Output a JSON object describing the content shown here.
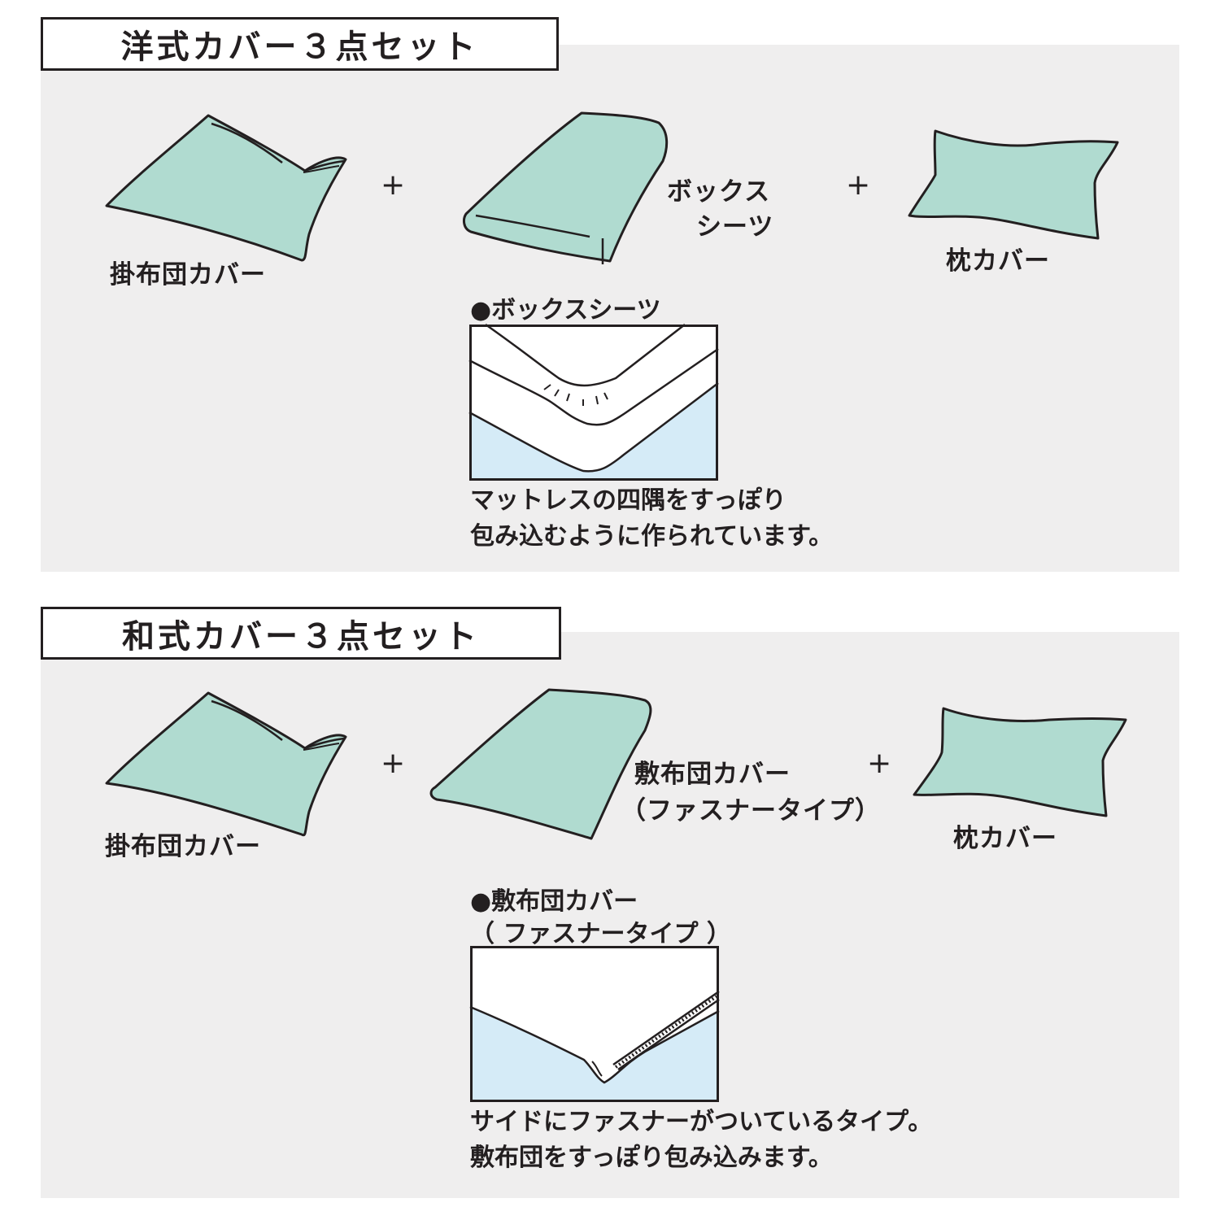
{
  "colors": {
    "item_fill": "#b0dbd0",
    "panel_bg": "#efeeee",
    "mattress_fill": "#d5ebf7",
    "line": "#231f20"
  },
  "western": {
    "title": "洋式カバー３点セット",
    "comforter_label": "掛布団カバー",
    "box_sheet_label_line1": "ボックス",
    "box_sheet_label_line2": "シーツ",
    "pillow_label": "枕カバー",
    "plus": "+",
    "note_title": "●ボックスシーツ",
    "desc_line1": "マットレスの四隅をすっぽり",
    "desc_line2": "包み込むように作られています。"
  },
  "japanese": {
    "title": "和式カバー３点セット",
    "comforter_label": "掛布団カバー",
    "futon_label_line1": "敷布団カバー",
    "futon_label_line2": "（ファスナータイプ）",
    "pillow_label": "枕カバー",
    "plus": "+",
    "note_title_line1": "●敷布団カバー",
    "note_title_line2": "（ ファスナータイプ ）",
    "desc_line1": "サイドにファスナーがついているタイプ。",
    "desc_line2": "敷布団をすっぽり包み込みます。"
  },
  "icons": [
    "comforter-cover-icon",
    "box-sheet-icon",
    "pillow-cover-icon",
    "futon-cover-icon",
    "box-sheet-corner-diagram",
    "zipper-corner-diagram"
  ]
}
